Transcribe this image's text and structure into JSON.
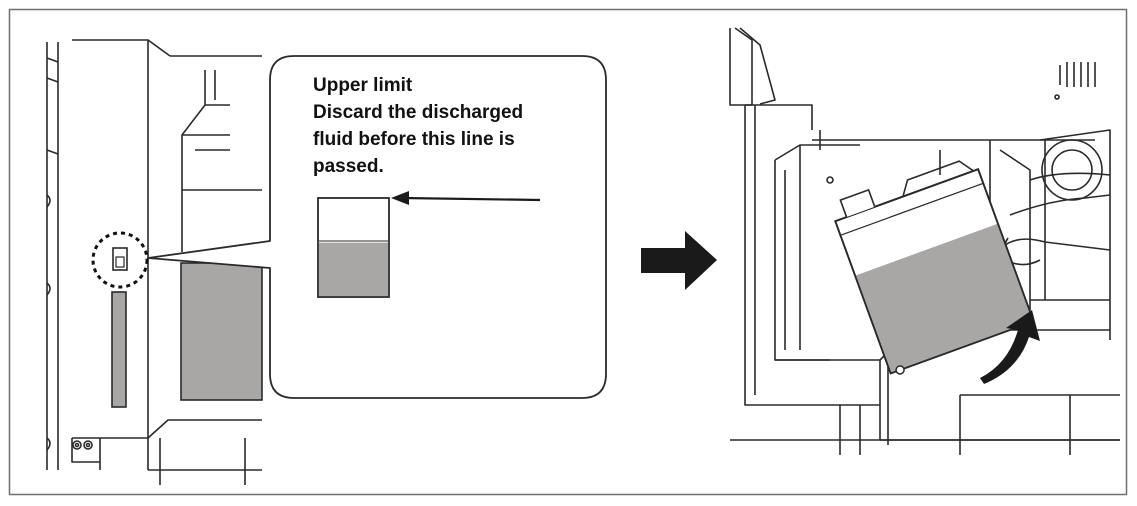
{
  "callout": {
    "line1": "Upper limit",
    "line2": "Discard the discharged",
    "line3": "fluid before this line is",
    "line4": "passed."
  },
  "fluid_level": {
    "fill_fraction": 0.55
  },
  "icons": {
    "step_arrow": "right-arrow-icon",
    "rotate_arrow": "curved-arrow-icon"
  },
  "colors": {
    "fluid": "#a9a6a6",
    "outline": "#2a2a2a",
    "frame": "#6e6e6e"
  }
}
